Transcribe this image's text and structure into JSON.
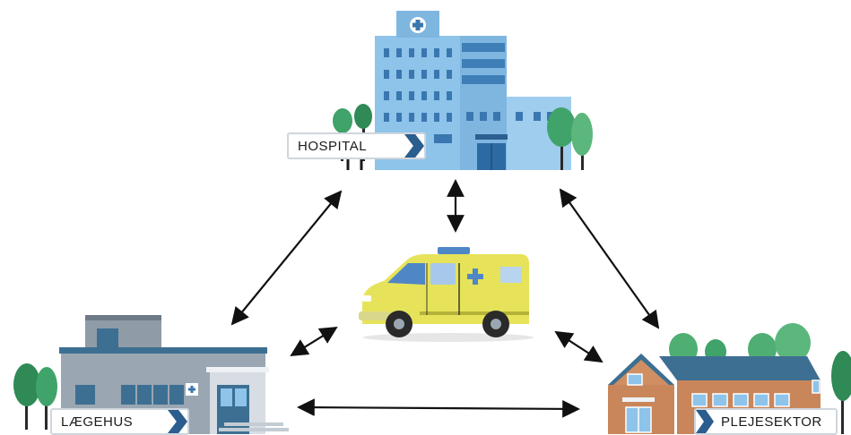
{
  "nodes": {
    "hospital": {
      "label": "HOSPITAL"
    },
    "gp": {
      "label": "LÆGEHUS"
    },
    "care": {
      "label": "PLEJESEKTOR"
    }
  },
  "icons": {
    "hospital": "hospital-building-icon",
    "gp": "clinic-building-icon",
    "care": "care-home-building-icon",
    "ambulance": "ambulance-icon"
  },
  "colors": {
    "arrow": "#111111",
    "hospital_wall": "#8ec3ea",
    "clinic_wall": "#9aa6b2",
    "care_wall": "#c9865a",
    "care_roof": "#3d6f92",
    "ambulance_body": "#e6e35a",
    "tree": "#3fa36a",
    "sign_accent": "#2b5d8e"
  }
}
